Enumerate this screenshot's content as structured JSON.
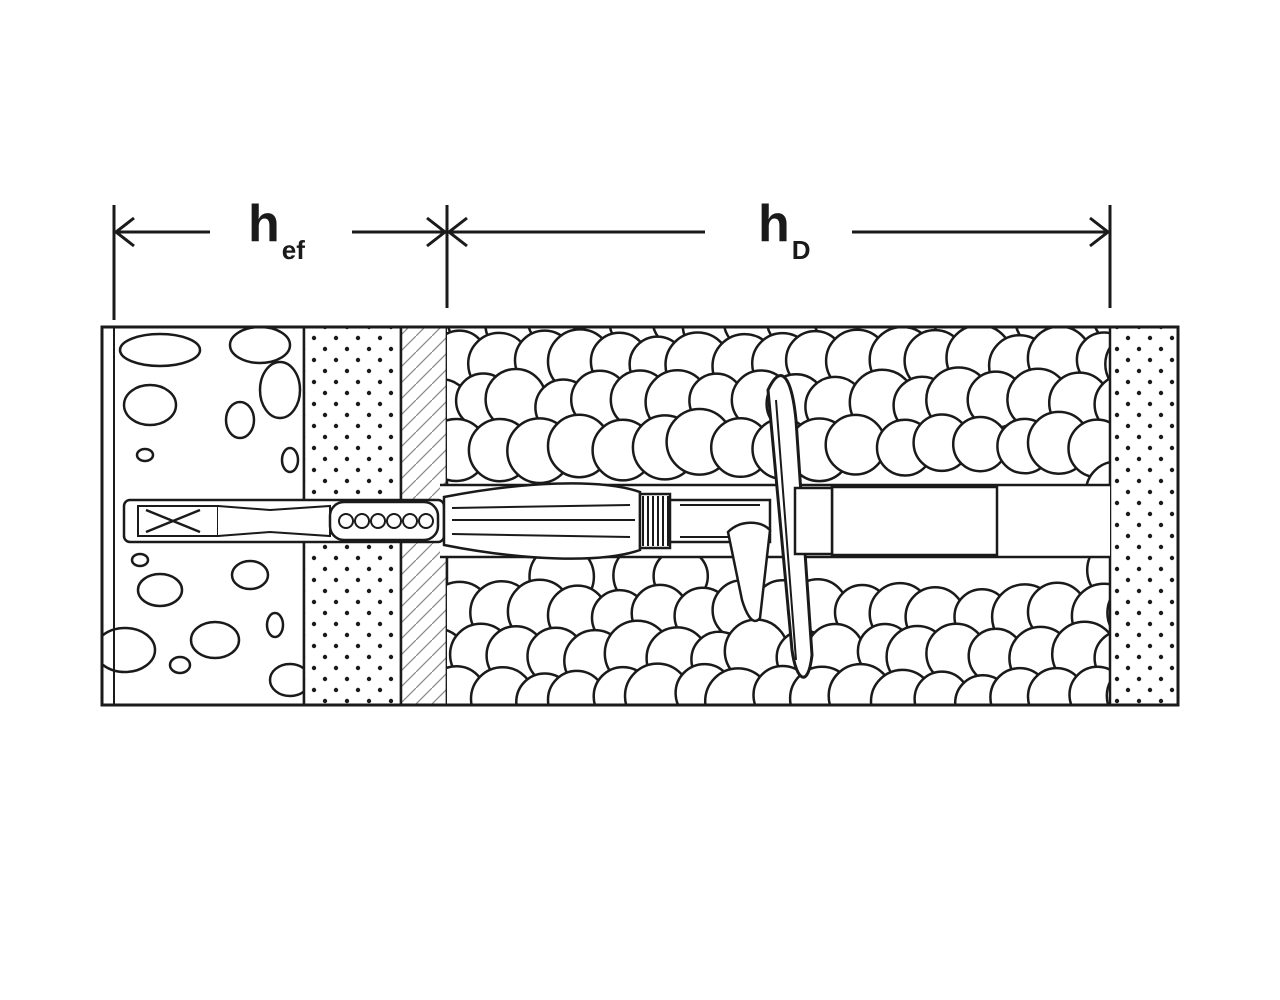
{
  "dimensions": {
    "embedment": {
      "main": "h",
      "sub": "ef"
    },
    "insulation": {
      "main": "h",
      "sub": "D"
    }
  },
  "layers": [
    {
      "name": "concrete",
      "pattern": "aggregate"
    },
    {
      "name": "plaster",
      "pattern": "dots"
    },
    {
      "name": "adhesive",
      "pattern": "hatch"
    },
    {
      "name": "insulation",
      "pattern": "beads"
    },
    {
      "name": "render",
      "pattern": "dots"
    }
  ],
  "colors": {
    "line": "#1a1a1a",
    "fill": "#ffffff"
  }
}
